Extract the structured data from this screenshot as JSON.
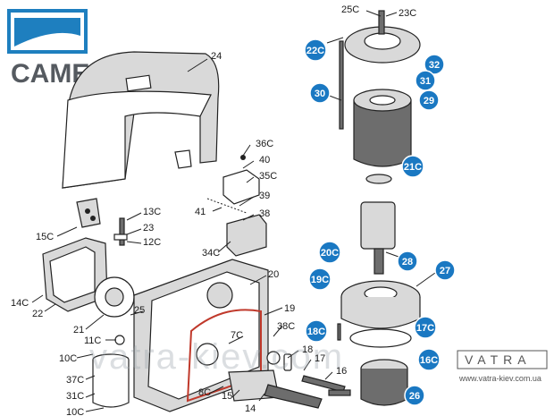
{
  "brand": {
    "logo_text": "CAME",
    "color": "#1e7fbf"
  },
  "watermark": {
    "text": "vatra-kiev.com",
    "badge": "VATRA",
    "url": "www.vatra-kiev.com.ua"
  },
  "bubble_color": "#1a78c2",
  "labels": [
    {
      "id": "24",
      "text": "24"
    },
    {
      "id": "25C",
      "text": "25C"
    },
    {
      "id": "23C",
      "text": "23C"
    },
    {
      "id": "36C",
      "text": "36C"
    },
    {
      "id": "40",
      "text": "40"
    },
    {
      "id": "35C",
      "text": "35C"
    },
    {
      "id": "39",
      "text": "39"
    },
    {
      "id": "41",
      "text": "41"
    },
    {
      "id": "38",
      "text": "38"
    },
    {
      "id": "13C",
      "text": "13C"
    },
    {
      "id": "23",
      "text": "23"
    },
    {
      "id": "12C",
      "text": "12C"
    },
    {
      "id": "15C",
      "text": "15C"
    },
    {
      "id": "34C",
      "text": "34C"
    },
    {
      "id": "14C",
      "text": "14C"
    },
    {
      "id": "22",
      "text": "22"
    },
    {
      "id": "20",
      "text": "20"
    },
    {
      "id": "19",
      "text": "19"
    },
    {
      "id": "21",
      "text": "21"
    },
    {
      "id": "11C",
      "text": "11C"
    },
    {
      "id": "25",
      "text": "25"
    },
    {
      "id": "7C",
      "text": "7C"
    },
    {
      "id": "38C",
      "text": "38C"
    },
    {
      "id": "18",
      "text": "18"
    },
    {
      "id": "17",
      "text": "17"
    },
    {
      "id": "16",
      "text": "16"
    },
    {
      "id": "10C",
      "text": "10C"
    },
    {
      "id": "37C",
      "text": "37C"
    },
    {
      "id": "31C",
      "text": "31C"
    },
    {
      "id": "10C_b",
      "text": "10C"
    },
    {
      "id": "8C",
      "text": "8C"
    },
    {
      "id": "15",
      "text": "15"
    },
    {
      "id": "14",
      "text": "14"
    }
  ],
  "bubbles": [
    {
      "id": "22C",
      "text": "22C"
    },
    {
      "id": "32",
      "text": "32"
    },
    {
      "id": "31",
      "text": "31"
    },
    {
      "id": "30",
      "text": "30"
    },
    {
      "id": "29",
      "text": "29"
    },
    {
      "id": "21C",
      "text": "21C"
    },
    {
      "id": "28",
      "text": "28"
    },
    {
      "id": "20C",
      "text": "20C"
    },
    {
      "id": "27",
      "text": "27"
    },
    {
      "id": "19C",
      "text": "19C"
    },
    {
      "id": "18C",
      "text": "18C"
    },
    {
      "id": "17C",
      "text": "17C"
    },
    {
      "id": "16C",
      "text": "16C"
    },
    {
      "id": "26",
      "text": "26"
    }
  ]
}
